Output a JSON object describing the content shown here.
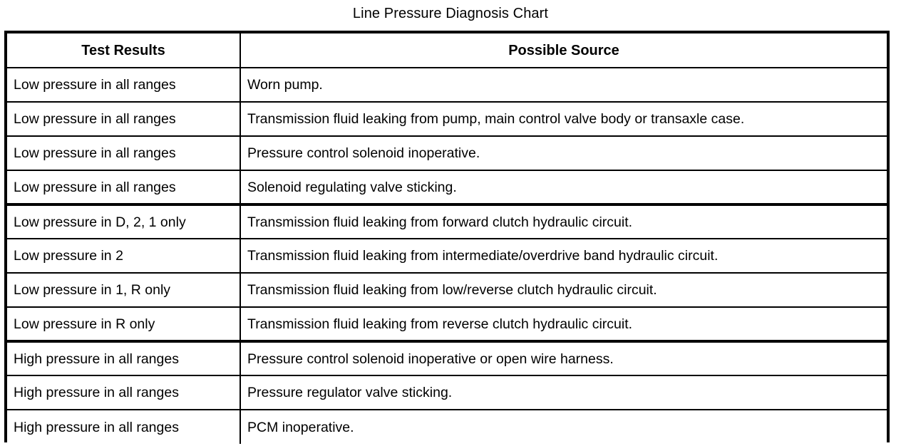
{
  "title": "Line Pressure Diagnosis Chart",
  "table": {
    "columns": [
      {
        "key": "test_results",
        "label": "Test Results",
        "align": "center"
      },
      {
        "key": "possible_source",
        "label": "Possible Source",
        "align": "center"
      }
    ],
    "rows": [
      {
        "test_results": "Low pressure in all ranges",
        "possible_source": "Worn pump.",
        "separator_below": "thin"
      },
      {
        "test_results": "Low pressure in all ranges",
        "possible_source": "Transmission fluid leaking from pump, main control valve body or transaxle case.",
        "separator_below": "thin"
      },
      {
        "test_results": "Low pressure in all ranges",
        "possible_source": "Pressure control solenoid inoperative.",
        "separator_below": "thin"
      },
      {
        "test_results": "Low pressure in all ranges",
        "possible_source": "Solenoid regulating valve sticking.",
        "separator_below": "thick"
      },
      {
        "test_results": "Low pressure in D, 2, 1 only",
        "possible_source": "Transmission fluid leaking from forward clutch hydraulic circuit.",
        "separator_below": "thin"
      },
      {
        "test_results": "Low pressure in 2",
        "possible_source": "Transmission fluid leaking from intermediate/overdrive band hydraulic circuit.",
        "separator_below": "thin"
      },
      {
        "test_results": "Low pressure in 1, R only",
        "possible_source": "Transmission fluid leaking from low/reverse clutch hydraulic circuit.",
        "separator_below": "thin"
      },
      {
        "test_results": "Low pressure in R only",
        "possible_source": "Transmission fluid leaking from reverse clutch hydraulic circuit.",
        "separator_below": "thick"
      },
      {
        "test_results": "High pressure in all ranges",
        "possible_source": "Pressure control solenoid inoperative or open wire harness.",
        "separator_below": "thin"
      },
      {
        "test_results": "High pressure in all ranges",
        "possible_source": "Pressure regulator valve sticking.",
        "separator_below": "thin"
      },
      {
        "test_results": "High pressure in all ranges",
        "possible_source": "PCM inoperative.",
        "separator_below": "none"
      }
    ]
  },
  "colors": {
    "text": "#000000",
    "border": "#000000",
    "background": "#ffffff"
  },
  "chart_data": {
    "type": "table",
    "title": "Line Pressure Diagnosis Chart",
    "columns": [
      "Test Results",
      "Possible Source"
    ],
    "rows": [
      [
        "Low pressure in all ranges",
        "Worn pump."
      ],
      [
        "Low pressure in all ranges",
        "Transmission fluid leaking from pump, main control valve body or transaxle case."
      ],
      [
        "Low pressure in all ranges",
        "Pressure control solenoid inoperative."
      ],
      [
        "Low pressure in all ranges",
        "Solenoid regulating valve sticking."
      ],
      [
        "Low pressure in D, 2, 1 only",
        "Transmission fluid leaking from forward clutch hydraulic circuit."
      ],
      [
        "Low pressure in 2",
        "Transmission fluid leaking from intermediate/overdrive band hydraulic circuit."
      ],
      [
        "Low pressure in 1, R only",
        "Transmission fluid leaking from low/reverse clutch hydraulic circuit."
      ],
      [
        "Low pressure in R only",
        "Transmission fluid leaking from reverse clutch hydraulic circuit."
      ],
      [
        "High pressure in all ranges",
        "Pressure control solenoid inoperative or open wire harness."
      ],
      [
        "High pressure in all ranges",
        "Pressure regulator valve sticking."
      ],
      [
        "High pressure in all ranges",
        "PCM inoperative."
      ]
    ]
  }
}
